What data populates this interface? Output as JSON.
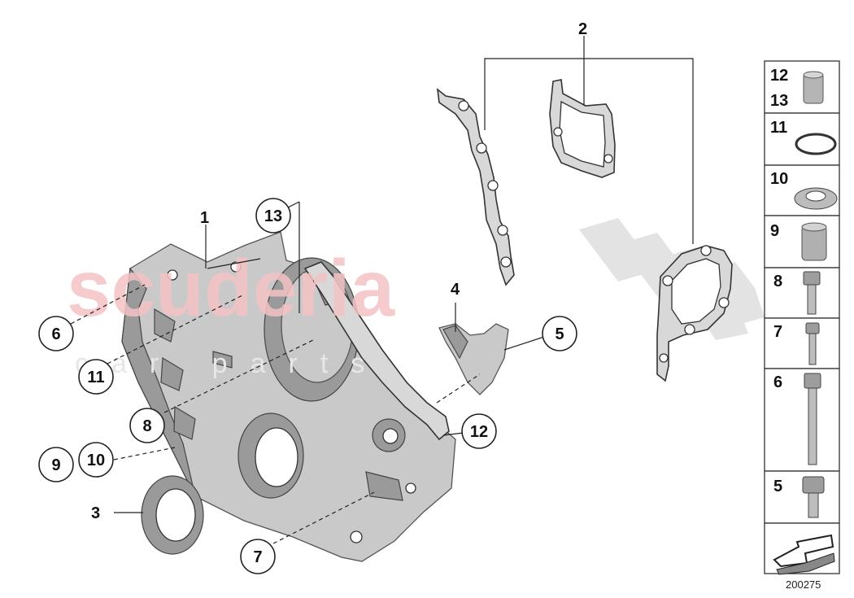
{
  "watermark": {
    "text": "scuderia",
    "subtext": "car  parts"
  },
  "callouts": {
    "c1": "1",
    "c2": "2",
    "c3": "3",
    "c4": "4",
    "c5": "5",
    "c6": "6",
    "c7": "7",
    "c8": "8",
    "c9": "9",
    "c10": "10",
    "c11": "11",
    "c12": "12",
    "c13": "13"
  },
  "side_panel": {
    "rows": [
      {
        "labels": [
          "12",
          "13"
        ],
        "part": "sleeve-icon"
      },
      {
        "labels": [
          "11"
        ],
        "part": "o-ring-icon"
      },
      {
        "labels": [
          "10"
        ],
        "part": "washer-icon"
      },
      {
        "labels": [
          "9"
        ],
        "part": "dowel-icon"
      },
      {
        "labels": [
          "8"
        ],
        "part": "bolt-icon"
      },
      {
        "labels": [
          "7"
        ],
        "part": "bolt-icon"
      },
      {
        "labels": [
          "6"
        ],
        "part": "long-bolt-icon"
      },
      {
        "labels": [
          "5"
        ],
        "part": "hex-bolt-icon"
      }
    ],
    "nav_icon": "arrow-icon"
  },
  "ref_number": "200275",
  "colors": {
    "watermark_red": "#f4c3c6",
    "part_grey": "#c9c9c9",
    "line": "#222222"
  }
}
